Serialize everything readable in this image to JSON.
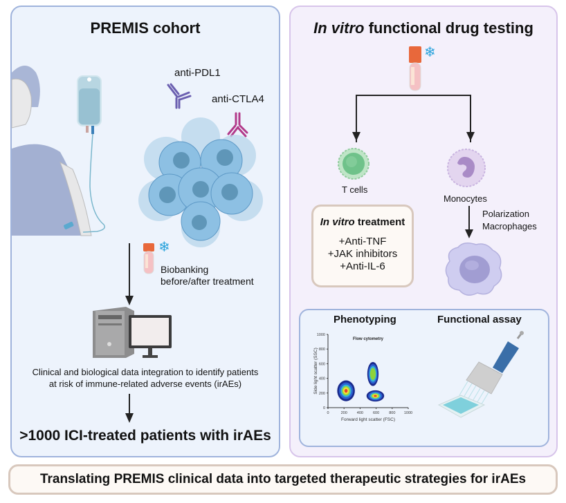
{
  "left_panel": {
    "title": "PREMIS cohort",
    "antibody_1": "anti-PDL1",
    "antibody_2": "anti-CTLA4",
    "biobanking_line1": "Biobanking",
    "biobanking_line2": "before/after treatment",
    "integration_line1": "Clinical and biological data integration to identify patients",
    "integration_line2": "at risk of immune-related adverse events (irAEs)",
    "result": ">1000 ICI-treated patients with irAEs",
    "colors": {
      "anti_pdl1": "#6b5fb0",
      "anti_ctla4": "#b23a8a",
      "border": "#9fb3dc",
      "background": "#edf3fc"
    }
  },
  "right_panel": {
    "title_italic": "In vitro",
    "title_rest": " functional drug testing",
    "t_cells": "T cells",
    "monocytes": "Monocytes",
    "polarization_line1": "Polarization",
    "polarization_line2": "Macrophages",
    "treatment": {
      "title_italic": "In vitro",
      "title_rest": " treatment",
      "items": [
        "+Anti-TNF",
        "+JAK inhibitors",
        "+Anti-IL-6"
      ]
    },
    "assay": {
      "phenotyping_title": "Phenotyping",
      "functional_title": "Functional assay"
    },
    "colors": {
      "border": "#d7c4ea",
      "background": "#f4f0fb"
    }
  },
  "chart_data": {
    "type": "scatter",
    "title": "Flow cytometry",
    "xlabel": "Forward light scatter (FSC)",
    "ylabel": "Side light scatter (SSC)",
    "xlim": [
      0,
      1000
    ],
    "ylim": [
      0,
      1000
    ],
    "xticks": [
      0,
      200,
      400,
      600,
      800,
      1000
    ],
    "yticks": [
      0,
      200,
      400,
      600,
      800,
      1000
    ],
    "populations": [
      {
        "name": "population-1",
        "center_x": 225,
        "center_y": 230,
        "spread_x": 110,
        "spread_y": 130,
        "peak": "red"
      },
      {
        "name": "population-2",
        "center_x": 560,
        "center_y": 460,
        "spread_x": 70,
        "spread_y": 150,
        "peak": "green"
      },
      {
        "name": "population-3",
        "center_x": 590,
        "center_y": 160,
        "spread_x": 110,
        "spread_y": 70,
        "peak": "red"
      }
    ]
  },
  "footer": {
    "text": "Translating PREMIS clinical data into targeted therapeutic strategies for irAEs"
  }
}
